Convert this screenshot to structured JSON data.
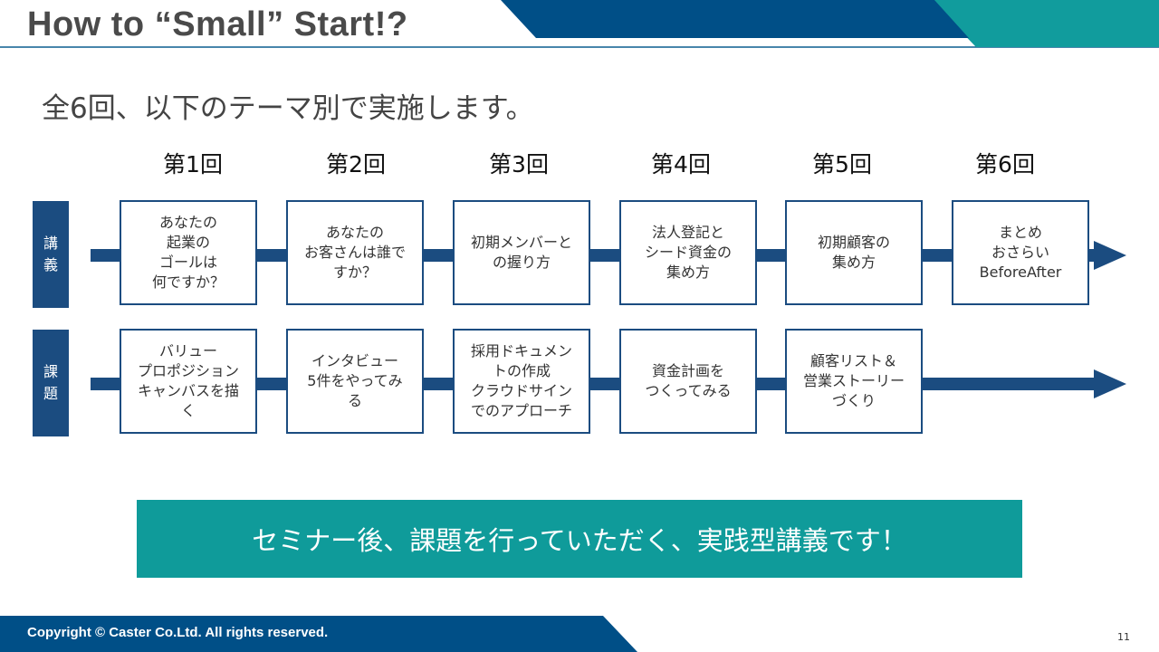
{
  "header": {
    "title": "How to “Small” Start!?"
  },
  "subtitle": "全6回、以下のテーマ別で実施します。",
  "sessions": [
    "第1回",
    "第2回",
    "第3回",
    "第4回",
    "第5回",
    "第6回"
  ],
  "rows": {
    "lecture": {
      "label": "講\n義",
      "items": [
        "あなたの\n起業の\nゴールは\n何ですか？",
        "あなたの\nお客さんは誰で\nすか？",
        "初期メンバーと\nの握り方",
        "法人登記と\nシード資金の\n集め方",
        "初期顧客の\n集め方",
        "まとめ\nおさらい\nBeforeAfter"
      ]
    },
    "assignment": {
      "label": "課\n題",
      "items": [
        "バリュー\nプロポジション\nキャンバスを描\nく",
        "インタビュー\n5件をやってみ\nる",
        "採用ドキュメン\nトの作成\nクラウドサイン\nでのアプローチ",
        "資金計画を\nつくってみる",
        "顧客リスト＆\n営業ストーリー\nづくり"
      ]
    }
  },
  "banner": "セミナー後、課題を行っていただく、実践型講義です！",
  "footer": {
    "copyright": "Copyright © Caster Co.Ltd. All rights reserved.",
    "page": "11"
  },
  "colors": {
    "navy": "#1b4c80",
    "teal": "#0f9b9a",
    "header_navy": "#004f87",
    "header_teal": "#119c9d"
  }
}
